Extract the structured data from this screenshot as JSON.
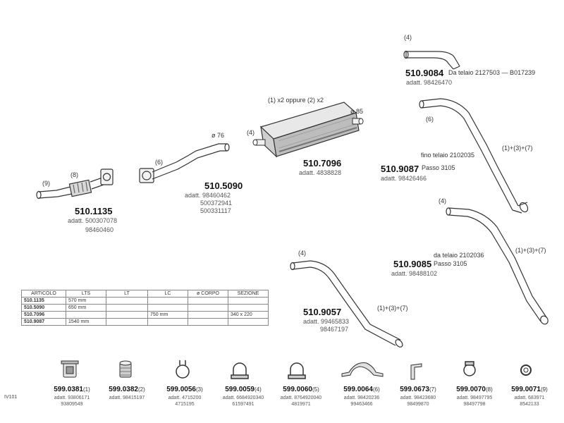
{
  "parts": [
    {
      "id": "p9084",
      "code": "510.9084",
      "index": "(4)",
      "note": "Da telaio 2127503 — B017239",
      "subtitle": [
        "adatt. 98426470"
      ]
    },
    {
      "id": "p7096",
      "code": "510.7096",
      "index": "(4)",
      "note": "(1) x2 oppure (2) x2",
      "diameter": "ø 85",
      "subtitle": [
        "adatt. 4838828"
      ]
    },
    {
      "id": "p9087",
      "code": "510.9087",
      "index": "(6)",
      "note": "fino telaio 2102035",
      "note2": "Passo 3105",
      "assembly": "(1)+(3)+(7)",
      "subtitle": [
        "adatt. 98426466"
      ]
    },
    {
      "id": "p5090",
      "code": "510.5090",
      "index": "(6)",
      "diameter": "ø 76",
      "subtitle": [
        "adatt. 98460462",
        "500372941",
        "500331117"
      ]
    },
    {
      "id": "p1135",
      "code": "510.1135",
      "index": "(9)",
      "index2": "(8)",
      "subtitle": [
        "adatt. 500307078",
        "98460460"
      ]
    },
    {
      "id": "p9085",
      "code": "510.9085",
      "index": "(4)",
      "note": "da telaio 2102036",
      "note2": "Passo 3105",
      "assembly": "(1)+(3)+(7)",
      "subtitle": [
        "adatt. 98488102"
      ]
    },
    {
      "id": "p9057",
      "code": "510.9057",
      "index": "(4)",
      "assembly": "(1)+(3)+(7)",
      "subtitle": [
        "adatt. 99465833",
        "98467197"
      ]
    }
  ],
  "table": {
    "headers": [
      "ARTICOLO",
      "LTS",
      "LT",
      "LC",
      "ø CORPO",
      "SEZIONE"
    ],
    "rows": [
      [
        "510.1135",
        "570 mm",
        "",
        "",
        "",
        ""
      ],
      [
        "510.5090",
        "650 mm",
        "",
        "",
        "",
        ""
      ],
      [
        "510.7096",
        "",
        "",
        "750 mm",
        "",
        "340 x 220"
      ],
      [
        "510.9087",
        "1540 mm",
        "",
        "",
        "",
        ""
      ]
    ]
  },
  "accessories": [
    {
      "code": "599.0381",
      "index": "(1)",
      "sub": [
        "adatt. 93806171",
        "93809549"
      ],
      "icon": "rubber-mount-icon"
    },
    {
      "code": "599.0382",
      "index": "(2)",
      "sub": [
        "adatt. 98415197"
      ],
      "icon": "bushing-icon"
    },
    {
      "code": "599.0056",
      "index": "(3)",
      "sub": [
        "adatt. 4715200",
        "4715195"
      ],
      "icon": "clamp-ring-icon"
    },
    {
      "code": "599.0059",
      "index": "(4)",
      "sub": [
        "adatt. 6684920340",
        "61597491"
      ],
      "icon": "u-clamp-icon"
    },
    {
      "code": "599.0060",
      "index": "(5)",
      "sub": [
        "adatt. 8764920040",
        "4819971"
      ],
      "icon": "u-clamp-icon"
    },
    {
      "code": "599.0064",
      "index": "(6)",
      "sub": [
        "adatt. 98420236",
        "99463466"
      ],
      "icon": "strap-bracket-icon"
    },
    {
      "code": "599.0673",
      "index": "(7)",
      "sub": [
        "adatt. 98423680",
        "98499870"
      ],
      "icon": "angle-bracket-icon"
    },
    {
      "code": "599.0070",
      "index": "(8)",
      "sub": [
        "adatt. 98497795",
        "98497798"
      ],
      "icon": "hose-clamp-icon"
    },
    {
      "code": "599.0071",
      "index": "(9)",
      "sub": [
        "adatt. 683971",
        "8542133"
      ],
      "icon": "gasket-ring-icon"
    }
  ],
  "page_id": "IV101"
}
